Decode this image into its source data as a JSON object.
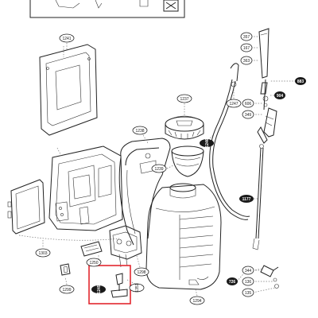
{
  "diagram": {
    "highlight_color": "#e2272f",
    "parts": [
      {
        "id": "p1241",
        "label": "1241",
        "style": "outline"
      },
      {
        "id": "p1237",
        "label": "1237",
        "style": "outline"
      },
      {
        "id": "p1238",
        "label": "1238",
        "style": "outline"
      },
      {
        "id": "p1239",
        "label": "1239",
        "style": "outline"
      },
      {
        "id": "p1246",
        "label": "1246",
        "style": "solid"
      },
      {
        "id": "p1247",
        "label": "1247",
        "style": "outline"
      },
      {
        "id": "p1177",
        "label": "1177",
        "style": "solid"
      },
      {
        "id": "p357",
        "label": "357",
        "style": "outline"
      },
      {
        "id": "p167",
        "label": "167",
        "style": "outline"
      },
      {
        "id": "p363",
        "label": "363",
        "style": "outline"
      },
      {
        "id": "p883",
        "label": "883",
        "style": "solid"
      },
      {
        "id": "p606",
        "label": "606",
        "style": "outline"
      },
      {
        "id": "p904",
        "label": "904",
        "style": "solid"
      },
      {
        "id": "p349",
        "label": "349",
        "style": "outline"
      },
      {
        "id": "p1303",
        "label": "1303",
        "style": "outline"
      },
      {
        "id": "p1250",
        "label": "1250",
        "style": "outline"
      },
      {
        "id": "p1298",
        "label": "1298",
        "style": "outline"
      },
      {
        "id": "p1351",
        "label": "1351",
        "style": "outline"
      },
      {
        "id": "p1245",
        "label": "1245",
        "style": "solid"
      },
      {
        "id": "p1299",
        "label": "1299",
        "style": "outline"
      },
      {
        "id": "p1294",
        "label": "1294",
        "style": "outline"
      },
      {
        "id": "p726",
        "label": "726",
        "style": "solid"
      },
      {
        "id": "p344",
        "label": "344",
        "style": "outline"
      },
      {
        "id": "p136",
        "label": "136",
        "style": "outline"
      },
      {
        "id": "p135",
        "label": "135",
        "style": "outline"
      }
    ]
  }
}
